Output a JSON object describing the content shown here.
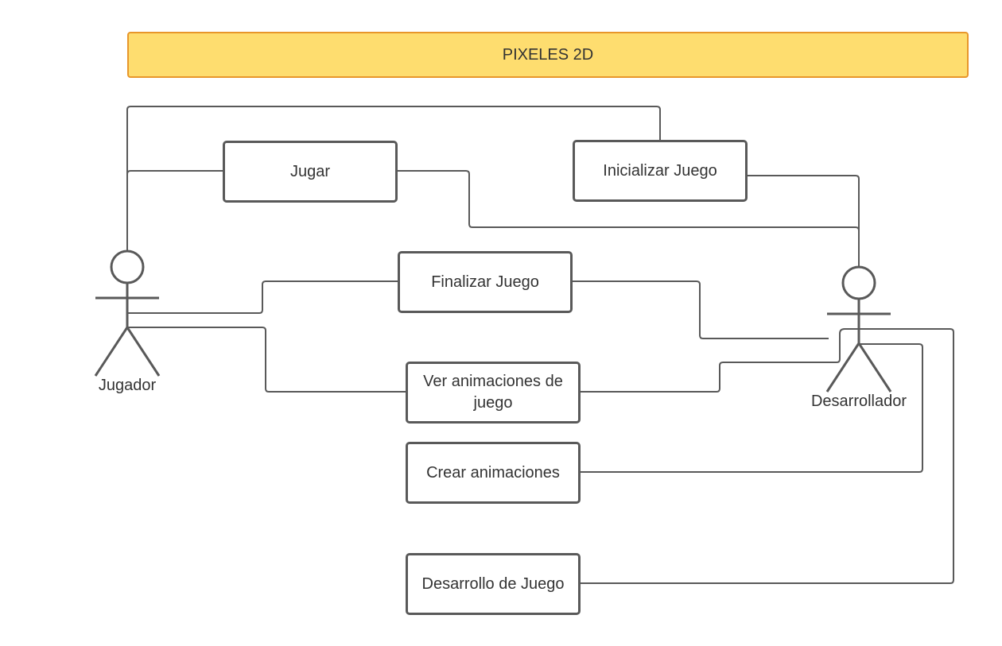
{
  "title": "PIXELES 2D",
  "colors": {
    "title_fill": "#fedd6f",
    "title_border": "#e8962a",
    "box_border": "#595959",
    "line": "#595959",
    "text": "#333333"
  },
  "actors": {
    "player": {
      "label": "Jugador"
    },
    "developer": {
      "label": "Desarrollador"
    }
  },
  "use_cases": {
    "jugar": "Jugar",
    "inicializar": "Inicializar Juego",
    "finalizar": "Finalizar Juego",
    "ver_animaciones": "Ver animaciones de juego",
    "crear_animaciones": "Crear animaciones",
    "desarrollo": "Desarrollo de Juego"
  }
}
